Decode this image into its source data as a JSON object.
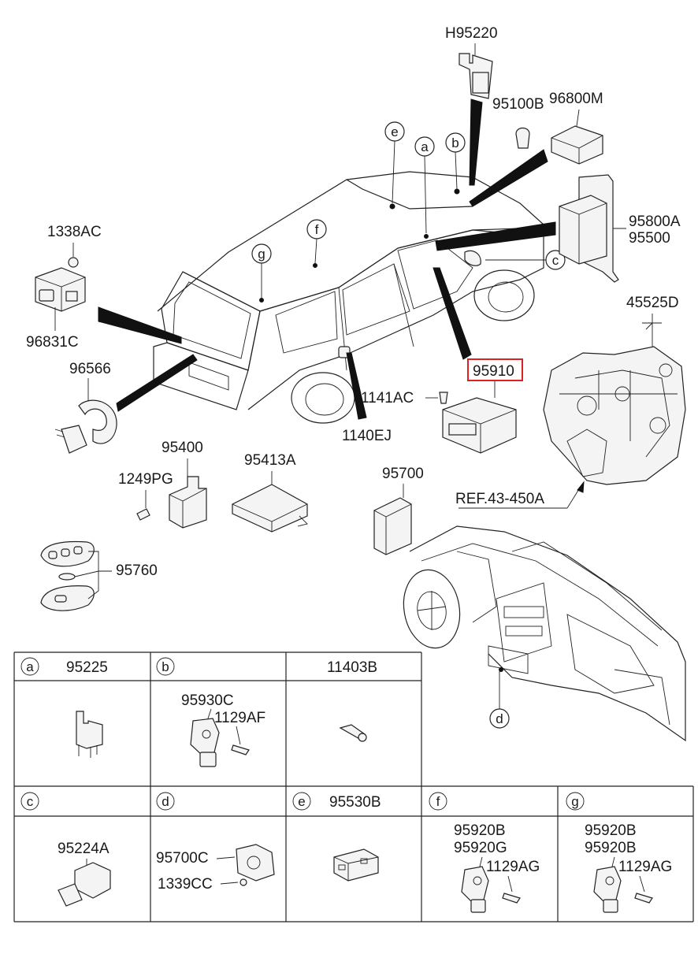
{
  "labels": {
    "h95220": "H95220",
    "p95100b": "95100B",
    "p96800m": "96800M",
    "p95800a": "95800A",
    "p95500": "95500",
    "p1338ac": "1338AC",
    "p96831c": "96831C",
    "p96566": "96566",
    "p45525d": "45525D",
    "p95910": "95910",
    "p1141ac": "1141AC",
    "p1140ej": "1140EJ",
    "p95400": "95400",
    "p1249pg": "1249PG",
    "p95413a": "95413A",
    "p95700": "95700",
    "ref": "REF.43-450A",
    "p95760": "95760"
  },
  "callouts": [
    "a",
    "b",
    "c",
    "d",
    "e",
    "f",
    "g"
  ],
  "table": {
    "row1": [
      {
        "letter": "a",
        "parts": [
          "95225"
        ]
      },
      {
        "letter": "b",
        "parts": [
          "95930C",
          "1129AF"
        ]
      },
      {
        "letter": "",
        "parts": [
          "11403B"
        ]
      }
    ],
    "row2": [
      {
        "letter": "c",
        "parts": [
          "95224A"
        ]
      },
      {
        "letter": "d",
        "parts": [
          "95700C",
          "1339CC"
        ]
      },
      {
        "letter": "e",
        "parts": [
          "95530B"
        ]
      },
      {
        "letter": "f",
        "parts": [
          "95920B",
          "95920G",
          "1129AG"
        ]
      },
      {
        "letter": "g",
        "parts": [
          "95920B",
          "95920B",
          "1129AG"
        ]
      }
    ]
  },
  "highlight_color": "#e02020"
}
